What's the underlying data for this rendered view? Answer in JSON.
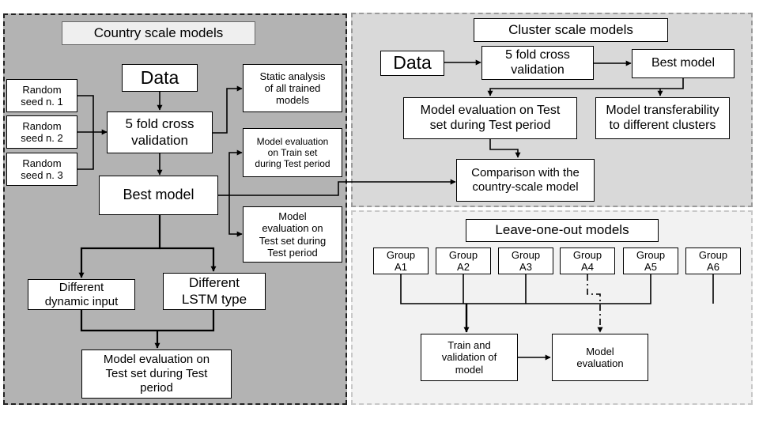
{
  "panels": {
    "country": {
      "title": "Country scale models",
      "data": "Data",
      "seeds": [
        "Random\nseed n. 1",
        "Random\nseed n. 2",
        "Random\nseed n. 3"
      ],
      "cross_validation": "5 fold cross\nvalidation",
      "static_analysis": "Static analysis\nof all trained\nmodels",
      "eval_train_set": "Model evaluation\non Train set\nduring Test period",
      "best_model": "Best model",
      "eval_test_set": "Model\nevaluation on\nTest set during\nTest period",
      "dynamic_input": "Different\ndynamic input",
      "lstm_type": "Different\nLSTM type",
      "final_eval": "Model evaluation on\nTest set during Test\nperiod"
    },
    "cluster": {
      "title": "Cluster scale models",
      "data": "Data",
      "cross_validation": "5 fold cross\nvalidation",
      "best_model": "Best model",
      "eval_test": "Model evaluation on Test\nset during Test period",
      "transferability": "Model transferability\nto different clusters",
      "comparison": "Comparison with the\ncountry-scale model"
    },
    "loo": {
      "title": "Leave-one-out models",
      "groups": [
        "Group\nA1",
        "Group\nA2",
        "Group\nA3",
        "Group\nA4",
        "Group\nA5",
        "Group\nA6"
      ],
      "train_validation": "Train and\nvalidation of\nmodel",
      "model_evaluation": "Model\nevaluation"
    }
  },
  "colors": {
    "country_panel": "#b3b3b3",
    "cluster_panel": "#d9d9d9",
    "loo_panel": "#f2f2f2",
    "title_box": "#efefef",
    "line": "#000000"
  }
}
